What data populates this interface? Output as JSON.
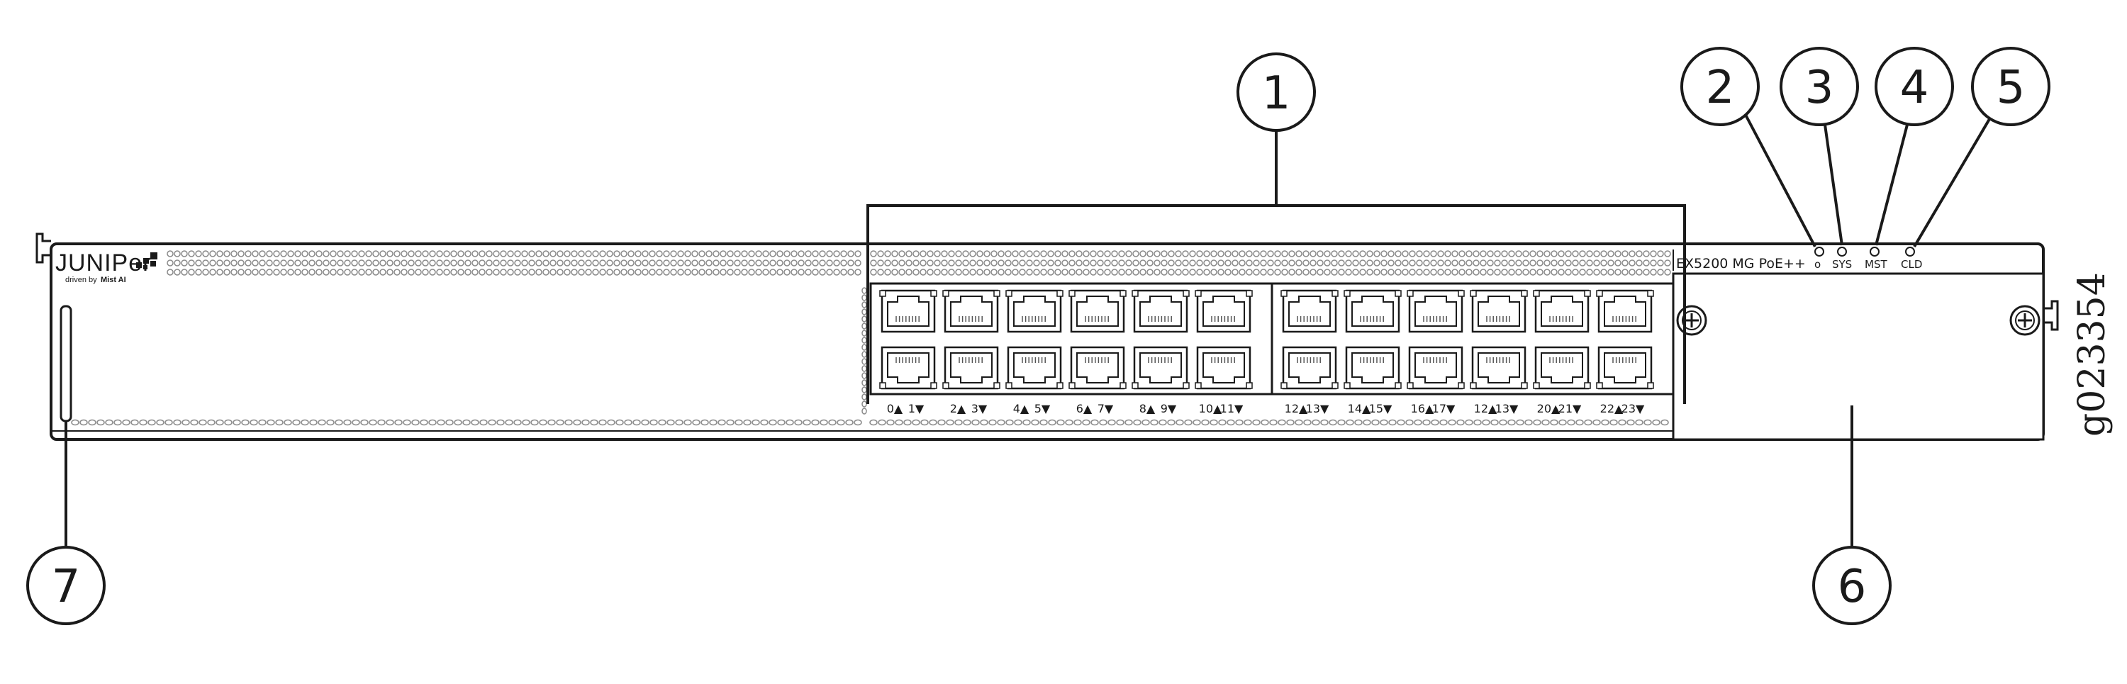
{
  "brand": {
    "name": "JUNIPer",
    "tagline_prefix": "driven by",
    "tagline_product": "Mist AI"
  },
  "model": "EX5200 MG PoE++",
  "figure_id": "g023354",
  "callouts": [
    "1",
    "2",
    "3",
    "4",
    "5",
    "6",
    "7"
  ],
  "leds": [
    {
      "id": "led-2",
      "label": ""
    },
    {
      "id": "led-3",
      "label": "SYS"
    },
    {
      "id": "led-4",
      "label": "MST"
    },
    {
      "id": "led-5",
      "label": "CLD"
    }
  ],
  "port_labels": [
    "0▲",
    "1▼",
    "2▲",
    "3▼",
    "4▲",
    "5▼",
    "6▲",
    "7▼",
    "8▲",
    "9▼",
    "10▲",
    "11▼",
    "12▲",
    "13▼",
    "14▲",
    "15▼",
    "16▲",
    "17▼",
    "12▲",
    "13▼",
    "20▲",
    "21▼",
    "22▲",
    "23▼"
  ],
  "colors": {
    "line": "#1a1a1a",
    "panel": "#ffffff",
    "vent": "#8a8a8a",
    "port_fill": "#ffffff",
    "port_mesh": "#555555"
  }
}
